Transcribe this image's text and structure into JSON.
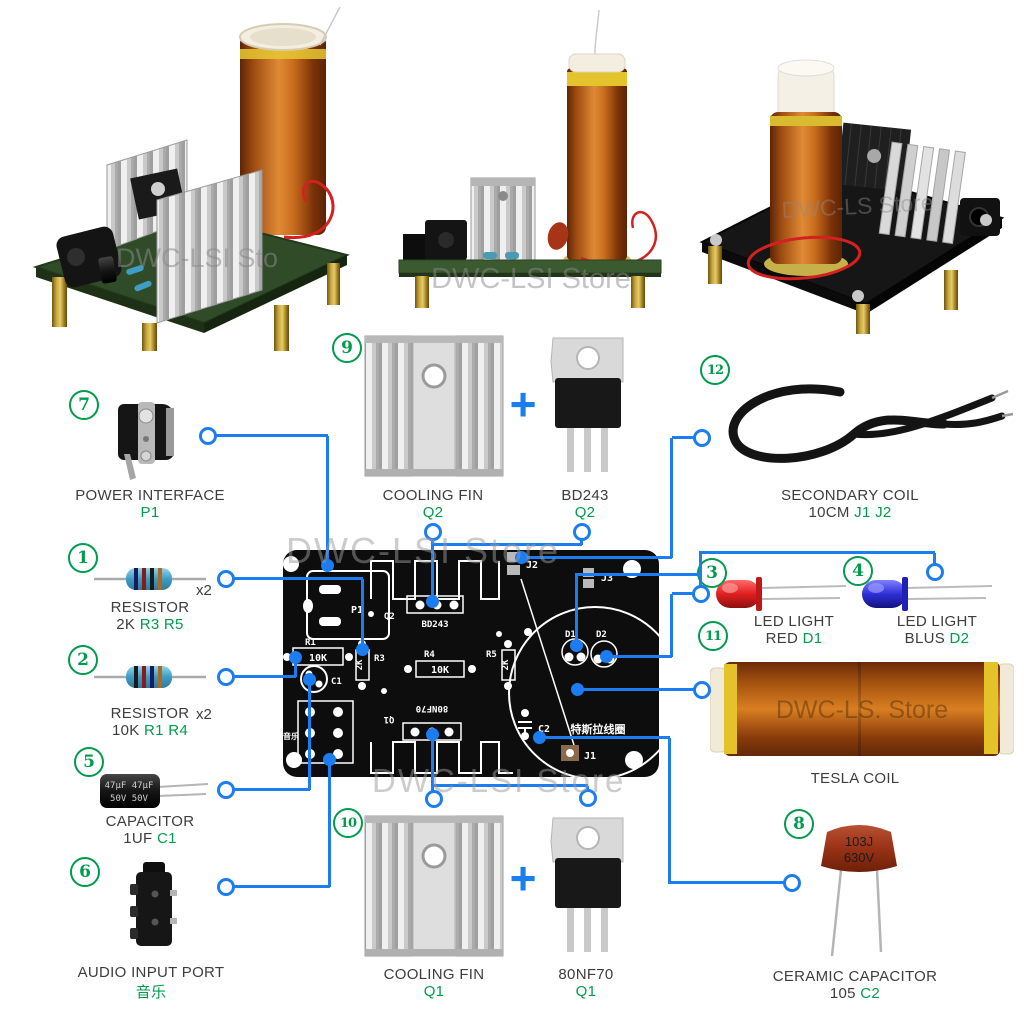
{
  "colors": {
    "accent_blue": "#1c7df0",
    "green": "#009b4c"
  },
  "watermarks": {
    "photo1": "DWC-LSI Sto",
    "photo2": "DWC-LSI Store",
    "photo3": "DWC-LS Store",
    "pcb_top": "DWC-LSI Store",
    "pcb_bottom": "DWC-LSI Store",
    "tesla_coil": "DWC-LS. Store"
  },
  "plus_sign": "+",
  "items": {
    "i1": {
      "num": "1",
      "name": "RESISTOR",
      "qty": "x2",
      "value": "2K",
      "refs": "R3 R5"
    },
    "i2": {
      "num": "2",
      "name": "RESISTOR",
      "qty": "x2",
      "value": "10K",
      "refs": "R1 R4"
    },
    "i3": {
      "num": "3",
      "name": "LED LIGHT",
      "value": "RED",
      "refs": "D1"
    },
    "i4": {
      "num": "4",
      "name": "LED LIGHT",
      "value": "BLUS",
      "refs": "D2"
    },
    "i5": {
      "num": "5",
      "name": "CAPACITOR",
      "value": "1UF",
      "refs": "C1"
    },
    "i6": {
      "num": "6",
      "name": "AUDIO INPUT PORT",
      "refs": "音乐"
    },
    "i7": {
      "num": "7",
      "name": "POWER INTERFACE",
      "refs": "P1"
    },
    "i8": {
      "num": "8",
      "name": "CERAMIC CAPACITOR",
      "value": "105",
      "refs": "C2"
    },
    "i9": {
      "num": "9",
      "fin": "COOLING FIN",
      "fin_ref": "Q2",
      "part": "BD243",
      "part_ref": "Q2"
    },
    "i10": {
      "num": "10",
      "fin": "COOLING FIN",
      "fin_ref": "Q1",
      "part": "80NF70",
      "part_ref": "Q1"
    },
    "i11": {
      "num": "11",
      "name": "TESLA COIL"
    },
    "i12": {
      "num": "12",
      "name": "SECONDARY COIL",
      "value": "10CM",
      "refs": "J1 J2"
    }
  },
  "part_markings": {
    "electrolytic_line1": "47µF 47µF",
    "electrolytic_line2": "50V 50V",
    "ceramic_line1": "103J",
    "ceramic_line2": "630V"
  },
  "pcb_silkscreen": {
    "p1": "P1",
    "r1": "R1",
    "r1_val": "10K",
    "r3": "R3",
    "r3_val": "2K",
    "r4": "R4",
    "r4_val": "10K",
    "r5": "R5",
    "r5_val": "2K",
    "q2": "Q2",
    "q2_part": "BD243",
    "q1": "Q1",
    "q1_part": "80NF70",
    "j1": "J1",
    "j2": "J2",
    "j3": "J3",
    "c1": "C1",
    "c2": "C2",
    "d1": "D1",
    "d2": "D2",
    "audio": "音乐",
    "tesla": "特斯拉线圈"
  }
}
